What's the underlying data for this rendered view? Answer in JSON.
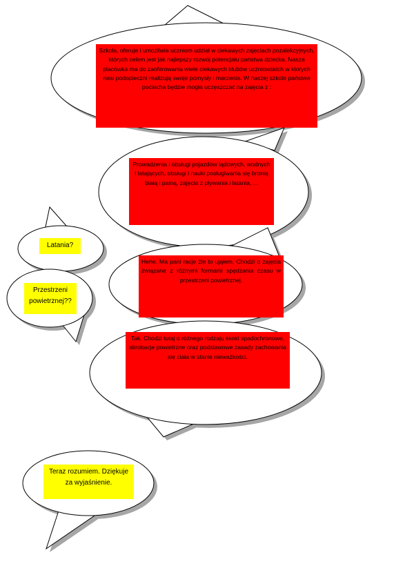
{
  "bubble_fill": "#ffffff",
  "bubble_stroke": "#000000",
  "bubble_shadow": "#a6a6a6",
  "highlight_red": "#ff0000",
  "highlight_yellow": "#ffff00",
  "messages": {
    "school_intro": "Szkoła,  oferuje i umożliwia uczniom udział w ciekawych zajęciach pozalekcyjnych,  których celem jest jak najlepszy rozwój potencjału państwa dziecka. Nasza placówka ma do zaoferowania wiele ciekawych klubów uczniowskich w których nasi podopieczni realizują swoje pomysły i marzenia. W naszej szkole państwa pociecha będzie mogła uczęszczać na zajęcia z :",
    "activities_list": "Prowadzenia i obsługi pojazdów lądowych, wodnych i latających, obsługi i nauki posługiwania się bronią białą i palną, zajęcia z pływania i latania, ...",
    "question_flying": "Latania?",
    "question_airspace": "Przestrzeni powietrznej??",
    "answer_airspace": "Hehe. Ma pani racje źle to ująłem. Chodzi o zajęcia związane z różnymi formami spędzania czasu w przestrzeni powietrznej.",
    "answer_skydiving": "Tak. Chodzi tutaj o różnego rodzaju skoki spadochronowe, akrobacje powietrzne oraz podstawowe zasady zachowania się ciała w stanie nieważkości.",
    "thanks": "Teraz rozumiem. Dziękuje za wyjaśnienie."
  }
}
